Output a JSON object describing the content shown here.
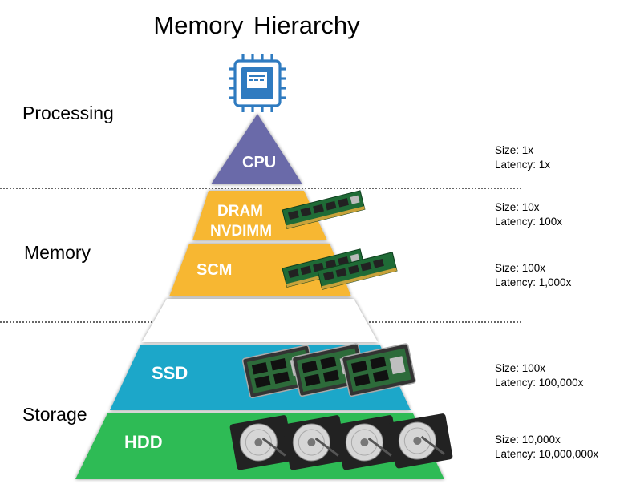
{
  "title": "Memory Hierarchy",
  "sections": {
    "processing": "Processing",
    "memory": "Memory",
    "storage": "Storage"
  },
  "layers": {
    "cpu": {
      "label": "CPU",
      "color": "#6b6ba9",
      "size": "Size: 1x",
      "latency": "Latency: 1x"
    },
    "dram": {
      "label_line1": "DRAM",
      "label_line2": "NVDIMM",
      "color": "#f7b733",
      "size": "Size: 10x",
      "latency": "Latency: 100x"
    },
    "scm": {
      "label": "SCM",
      "color": "#f7b733",
      "size": "Size: 100x",
      "latency": "Latency: 1,000x"
    },
    "ssd": {
      "label": "SSD",
      "color": "#1aa7c9",
      "size": "Size: 100x",
      "latency": "Latency: 100,000x"
    },
    "hdd": {
      "label": "HDD",
      "color": "#2fbb55",
      "size": "Size: 10,000x",
      "latency": "Latency: 10,000,000x"
    }
  },
  "icons": {
    "chip": "cpu-chip-icon",
    "ram": "ram-module-icon",
    "ssd": "ssd-drive-icon",
    "hdd": "hard-disk-icon"
  },
  "colors": {
    "chip": "#2f7bc0",
    "empty_band": "#ffffff",
    "divider": "#333333"
  }
}
